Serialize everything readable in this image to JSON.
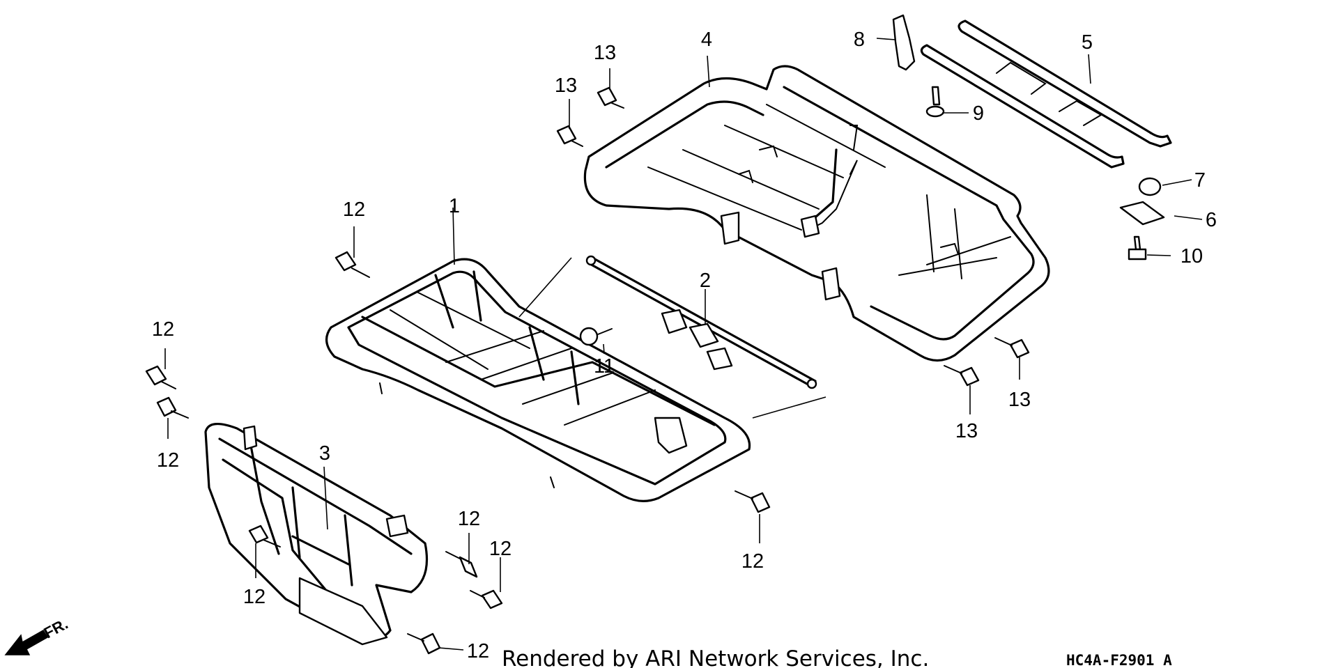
{
  "diagram": {
    "callouts": {
      "p1": "1",
      "p2": "2",
      "p3": "3",
      "p4": "4",
      "p5": "5",
      "p6": "6",
      "p7": "7",
      "p8": "8",
      "p9": "9",
      "p10": "10",
      "p11": "11",
      "p12": "12",
      "p13": "13"
    },
    "direction_label": "FR.",
    "credit": "Rendered by ARI Network Services, Inc.",
    "code": "HC4A-F2901 A"
  }
}
